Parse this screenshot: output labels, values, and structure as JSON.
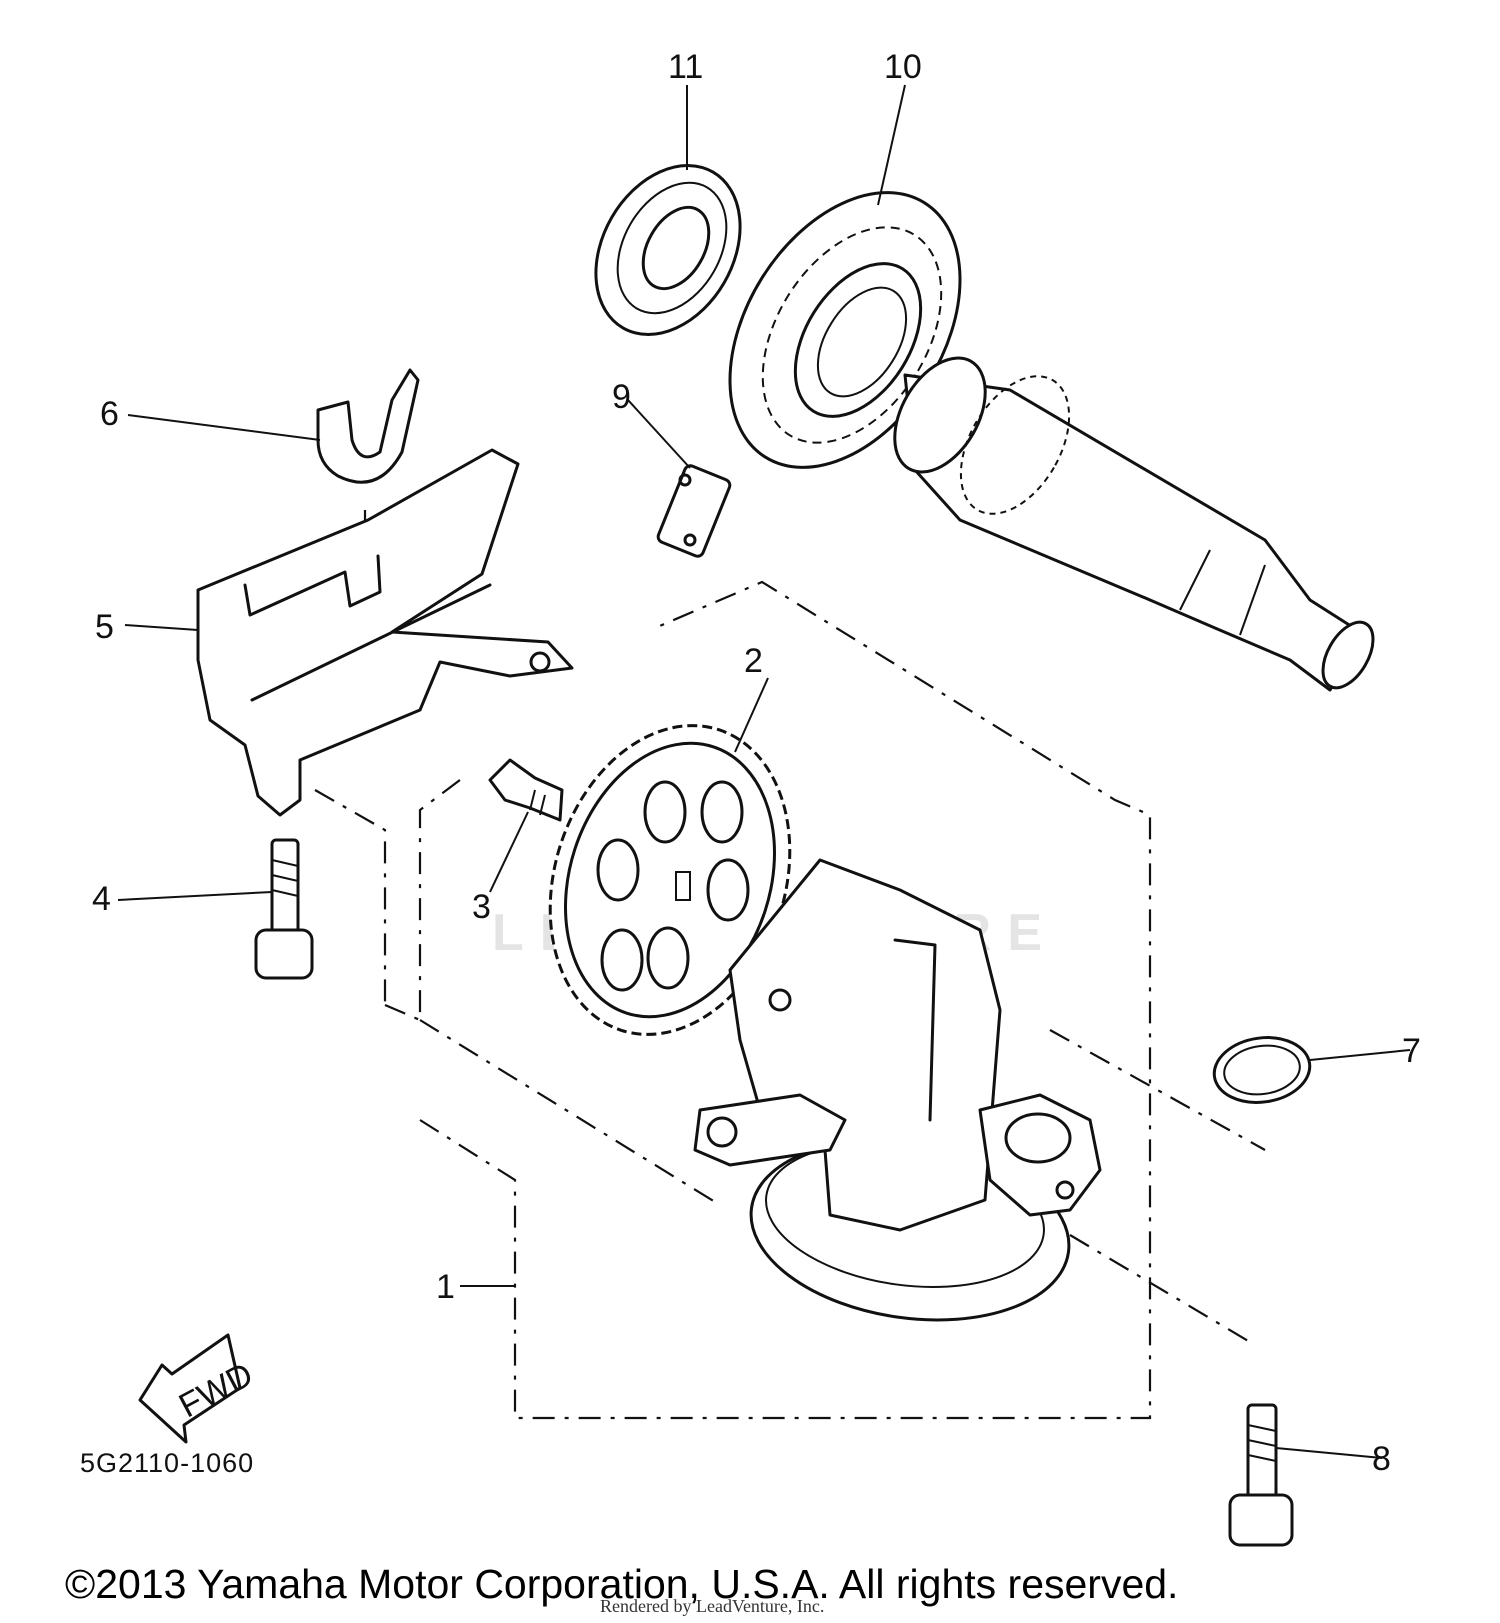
{
  "diagram": {
    "part_numbers": [
      "1",
      "2",
      "3",
      "4",
      "5",
      "6",
      "7",
      "8",
      "9",
      "10",
      "11"
    ],
    "fwd_label": "FWD",
    "drawing_code": "5G2110-1060",
    "watermark": "LEADVENTURE",
    "copyright": "©2013 Yamaha Motor Corporation, U.S.A. All rights reserved.",
    "overlay_text": "Rendered by LeadVenture, Inc."
  }
}
